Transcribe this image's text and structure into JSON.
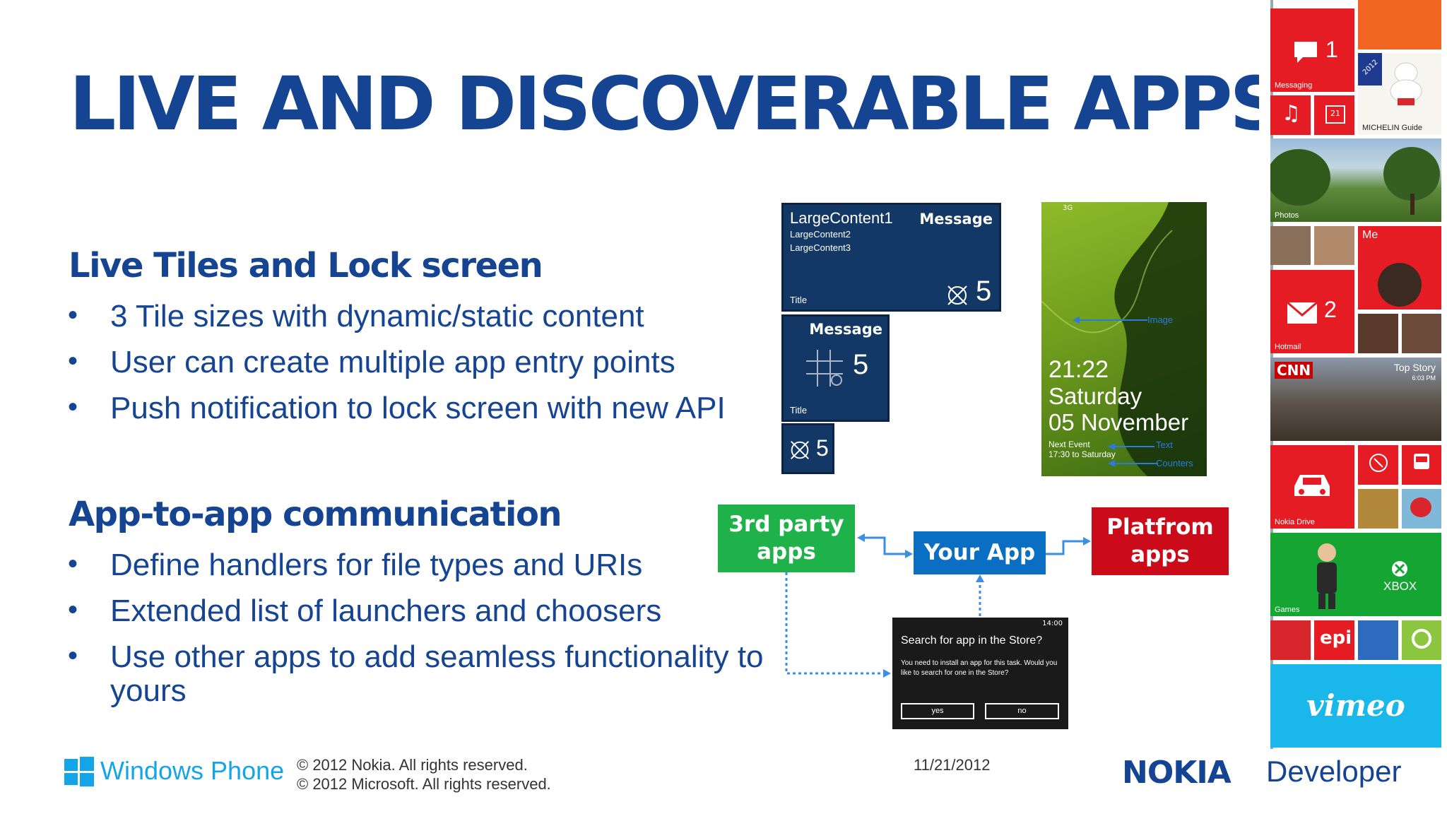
{
  "title": "LIVE AND DISCOVERABLE APPS",
  "sections": [
    {
      "heading": "Live Tiles and Lock screen",
      "bullets": [
        "3 Tile sizes with dynamic/static content",
        "User can create multiple app entry points",
        "Push notification to lock screen with new API"
      ]
    },
    {
      "heading": "App-to-app communication",
      "bullets": [
        "Define handlers for file types and URIs",
        "Extended list of launchers and choosers",
        "Use other apps to add seamless functionality to yours"
      ]
    }
  ],
  "bullet_symbol": "•",
  "tiles": {
    "wide": {
      "line1": "LargeContent1",
      "line2": "LargeContent2",
      "line3": "LargeContent3",
      "message": "Message",
      "title": "Title",
      "count": "5"
    },
    "medium": {
      "message": "Message",
      "title": "Title",
      "count": "5"
    },
    "small": {
      "count": "5"
    }
  },
  "lock_screen": {
    "status": "3G",
    "image_label": "Image",
    "time": "21:22",
    "day": "Saturday",
    "date": "05 November",
    "next_event": "Next Event",
    "event_time": "17:30 to Saturday",
    "text_label": "Text",
    "counters_label": "Counters"
  },
  "diagram": {
    "third_party": "3rd party apps",
    "your_app": "Your App",
    "platform": "Platfrom apps",
    "colors": {
      "third_party": "#1fb24a",
      "your_app": "#0a6fc2",
      "platform": "#cc0b1a",
      "arrow": "#3a8ee6"
    }
  },
  "store_dialog": {
    "time": "14:00",
    "title": "Search for app in the Store?",
    "body": "You need to install an app for this task. Would you like to search for one in the Store?",
    "yes": "yes",
    "no": "no"
  },
  "footer": {
    "windows_phone": "Windows Phone",
    "copyright1": "© 2012 Nokia. All rights reserved.",
    "copyright2": "© 2012 Microsoft. All rights reserved.",
    "date": "11/21/2012",
    "nokia": "NOKIA",
    "developer": "Developer"
  },
  "right_strip": {
    "messaging_label": "Messaging",
    "messaging_count": "1",
    "calendar_day": "21",
    "michelin_label": "MICHELIN Guide",
    "photos_label": "Photos",
    "me_label": "Me",
    "hotmail_label": "Hotmail",
    "hotmail_count": "2",
    "cnn": "CNN",
    "top_story": "Top Story",
    "top_story_time": "6:03 PM",
    "nokia_drive_label": "Nokia Drive",
    "xbox": "XBOX",
    "games_label": "Games",
    "epi": "epi",
    "vimeo": "vimeo",
    "badge_2012": "2012"
  }
}
